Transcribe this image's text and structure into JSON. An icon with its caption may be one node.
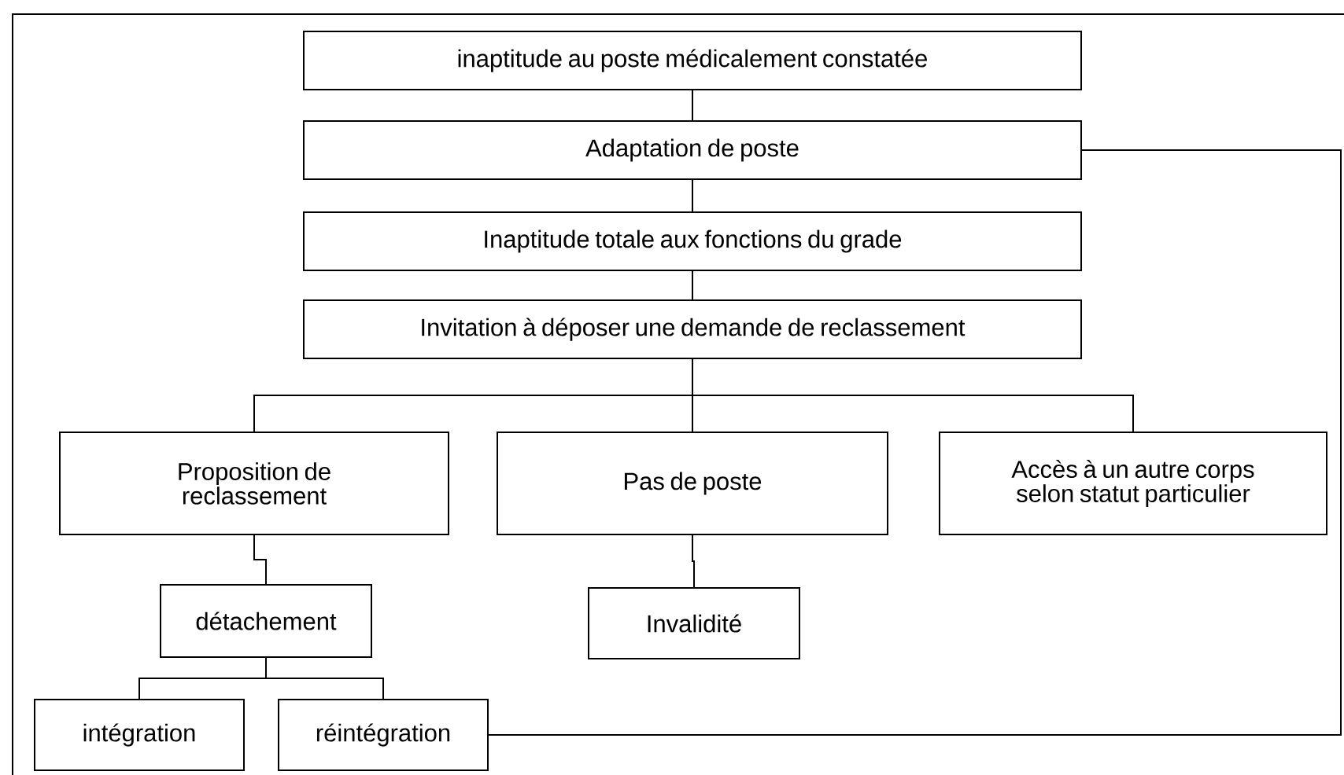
{
  "diagram": {
    "nodes": [
      {
        "text": [
          "inaptitude au poste médicalement constatée"
        ]
      },
      {
        "text": [
          "Adaptation de poste"
        ]
      },
      {
        "text": [
          "Inaptitude totale aux fonctions du grade"
        ]
      },
      {
        "text": [
          "Invitation à déposer une demande de reclassement"
        ]
      },
      {
        "text": [
          "Proposition de reclassement"
        ]
      },
      {
        "text": [
          "Pas de poste"
        ]
      },
      {
        "text": [
          "Accès à un autre corps selon statut particulier"
        ]
      },
      {
        "text": [
          "détachement"
        ]
      },
      {
        "text": [
          "Invalidité"
        ]
      },
      {
        "text": [
          "intégration"
        ]
      },
      {
        "text": [
          "réintégration"
        ]
      }
    ],
    "edges": [
      {
        "from": 0,
        "to": 1,
        "arrow": "none"
      },
      {
        "from": 1,
        "to": 2,
        "arrow": "none"
      },
      {
        "from": 2,
        "to": 3,
        "arrow": "none"
      },
      {
        "from": 3,
        "to": 4,
        "arrow": "none"
      },
      {
        "from": 3,
        "to": 5,
        "arrow": "none"
      },
      {
        "from": 3,
        "to": 6,
        "arrow": "none"
      },
      {
        "from": 4,
        "to": 7,
        "arrow": "none"
      },
      {
        "from": 5,
        "to": 8,
        "arrow": "none"
      },
      {
        "from": 7,
        "to": 9,
        "arrow": "none"
      },
      {
        "from": 7,
        "to": 10,
        "arrow": "none"
      },
      {
        "from": 10,
        "to": 1,
        "arrow": "none"
      }
    ]
  }
}
